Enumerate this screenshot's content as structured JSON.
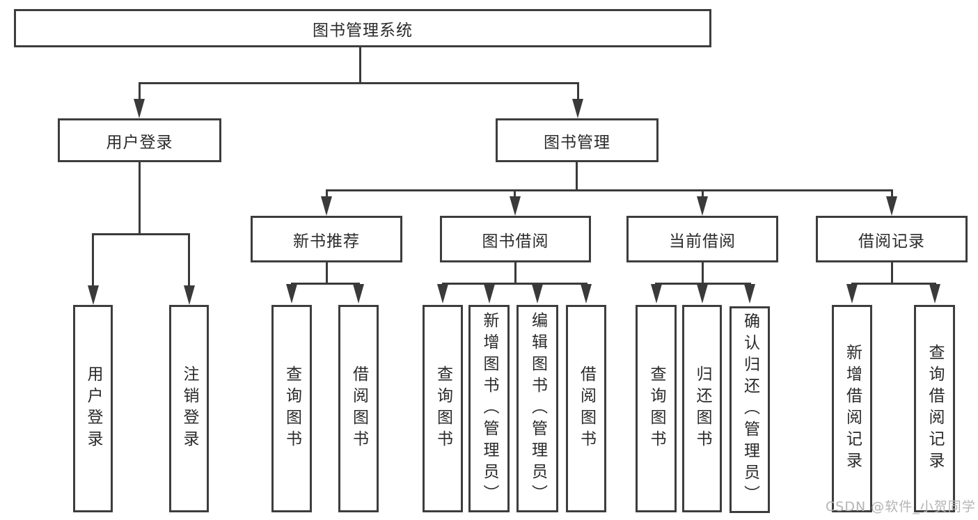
{
  "colors": {
    "line": "#3a3a3a",
    "box_border": "#3d3d3d",
    "text": "#2a2a2a",
    "background": "#ffffff",
    "watermark": "#b4b4b4"
  },
  "watermark": {
    "text": "CSDN @软件_小贺同学"
  },
  "tree": {
    "root": {
      "label": "图书管理系统"
    },
    "branches": [
      {
        "label": "用户登录",
        "children": [
          {
            "label": "用户登录"
          },
          {
            "label": "注销登录"
          }
        ]
      },
      {
        "label": "图书管理",
        "children": [
          {
            "label": "新书推荐",
            "children": [
              {
                "label": "查询图书"
              },
              {
                "label": "借阅图书"
              }
            ]
          },
          {
            "label": "图书借阅",
            "children": [
              {
                "label": "查询图书"
              },
              {
                "label": "新增图书（管理员）"
              },
              {
                "label": "编辑图书（管理员）"
              },
              {
                "label": "借阅图书"
              }
            ]
          },
          {
            "label": "当前借阅",
            "children": [
              {
                "label": "查询图书"
              },
              {
                "label": "归还图书"
              },
              {
                "label": "确认归还（管理员）"
              }
            ]
          },
          {
            "label": "借阅记录",
            "children": [
              {
                "label": "新增借阅记录"
              },
              {
                "label": "查询借阅记录"
              }
            ]
          }
        ]
      }
    ]
  }
}
